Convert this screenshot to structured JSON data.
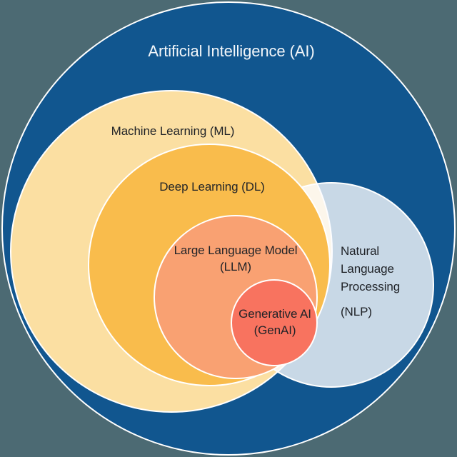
{
  "diagram_type": "venn-nested-circles",
  "colors": {
    "background": "#4C6A73",
    "ai_circle": "#11568F",
    "ml_circle": "#FBDFA2",
    "dl_circle": "#F9BC4C",
    "llm_circle": "#F9A172",
    "genai_circle": "#F8735F",
    "nlp_circle": "rgba(253,253,255,0.78)",
    "circle_border": "#FFFFFF",
    "title_text": "#F2F6FA",
    "label_text": "#1F2227"
  },
  "labels": {
    "ai": "Artificial Intelligence (AI)",
    "ml": "Machine Learning (ML)",
    "dl": "Deep Learning (DL)",
    "llm_line1": "Large Language Model",
    "llm_line2": "(LLM)",
    "genai_line1": "Generative AI",
    "genai_line2": "(GenAI)",
    "nlp_line1": "Natural",
    "nlp_line2": "Language",
    "nlp_line3": "Processing",
    "nlp_abbr": "(NLP)"
  }
}
